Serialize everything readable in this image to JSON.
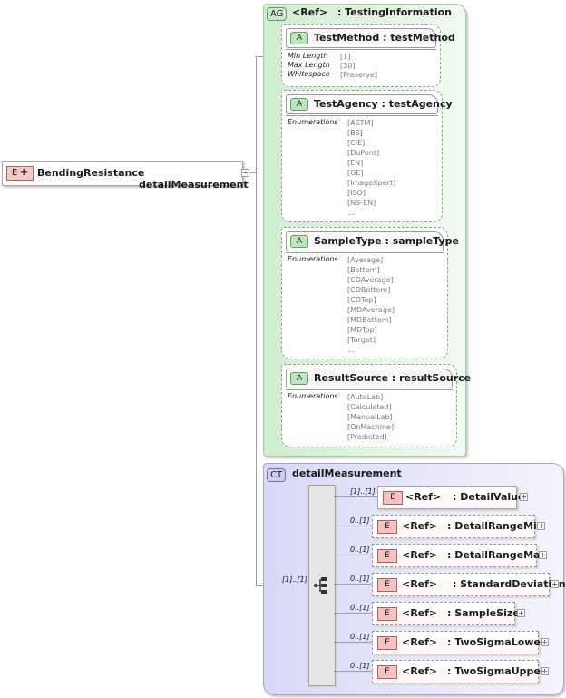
{
  "root": {
    "badge": "E",
    "name": "BendingResistance",
    "type": ": detailMeasurement"
  },
  "attribute_group": {
    "tag": "AG",
    "ref": "<Ref>",
    "name": ": TestingInformation",
    "attributes": [
      {
        "badge": "A",
        "name": "TestMethod",
        "type": ": testMethod",
        "facets": [
          {
            "label": "Min Length",
            "value": "[1]"
          },
          {
            "label": "Max Length",
            "value": "[30]"
          },
          {
            "label": "Whitespace",
            "value": "[Preserve]"
          }
        ]
      },
      {
        "badge": "A",
        "name": "TestAgency",
        "type": ": testAgency",
        "enum_label": "Enumerations",
        "values": [
          "[ASTM]",
          "[BS]",
          "[CIE]",
          "[DuPont]",
          "[EN]",
          "[GE]",
          "[ImageXpert]",
          "[ISO]",
          "[NS-EN]",
          "..."
        ]
      },
      {
        "badge": "A",
        "name": "SampleType",
        "type": ": sampleType",
        "enum_label": "Enumerations",
        "values": [
          "[Average]",
          "[Bottom]",
          "[CDAverage]",
          "[CDBottom]",
          "[CDTop]",
          "[MDAverage]",
          "[MDBottom]",
          "[MDTop]",
          "[Target]",
          "..."
        ]
      },
      {
        "badge": "A",
        "name": "ResultSource",
        "type": ": resultSource",
        "enum_label": "Enumerations",
        "values": [
          "[AutoLab]",
          "[Calculated]",
          "[ManualLab]",
          "[OnMachine]",
          "[Predicted]"
        ]
      }
    ]
  },
  "complex_type": {
    "tag": "CT",
    "name": "detailMeasurement",
    "sequence_cardinality": "[1]..[1]",
    "children": [
      {
        "badge": "E",
        "ref": "<Ref>",
        "name": ": DetailValue",
        "cardinality": "[1]..[1]"
      },
      {
        "badge": "E",
        "ref": "<Ref>",
        "name": ": DetailRangeMin",
        "cardinality": "0..[1]"
      },
      {
        "badge": "E",
        "ref": "<Ref>",
        "name": ": DetailRangeMax",
        "cardinality": "0..[1]"
      },
      {
        "badge": "E",
        "ref": "<Ref>",
        "name": ": StandardDeviation",
        "cardinality": "0..[1]"
      },
      {
        "badge": "E",
        "ref": "<Ref>",
        "name": ": SampleSize",
        "cardinality": "0..[1]"
      },
      {
        "badge": "E",
        "ref": "<Ref>",
        "name": ": TwoSigmaLower",
        "cardinality": "0..[1]"
      },
      {
        "badge": "E",
        "ref": "<Ref>",
        "name": ": TwoSigmaUpper",
        "cardinality": "0..[1]"
      }
    ]
  }
}
